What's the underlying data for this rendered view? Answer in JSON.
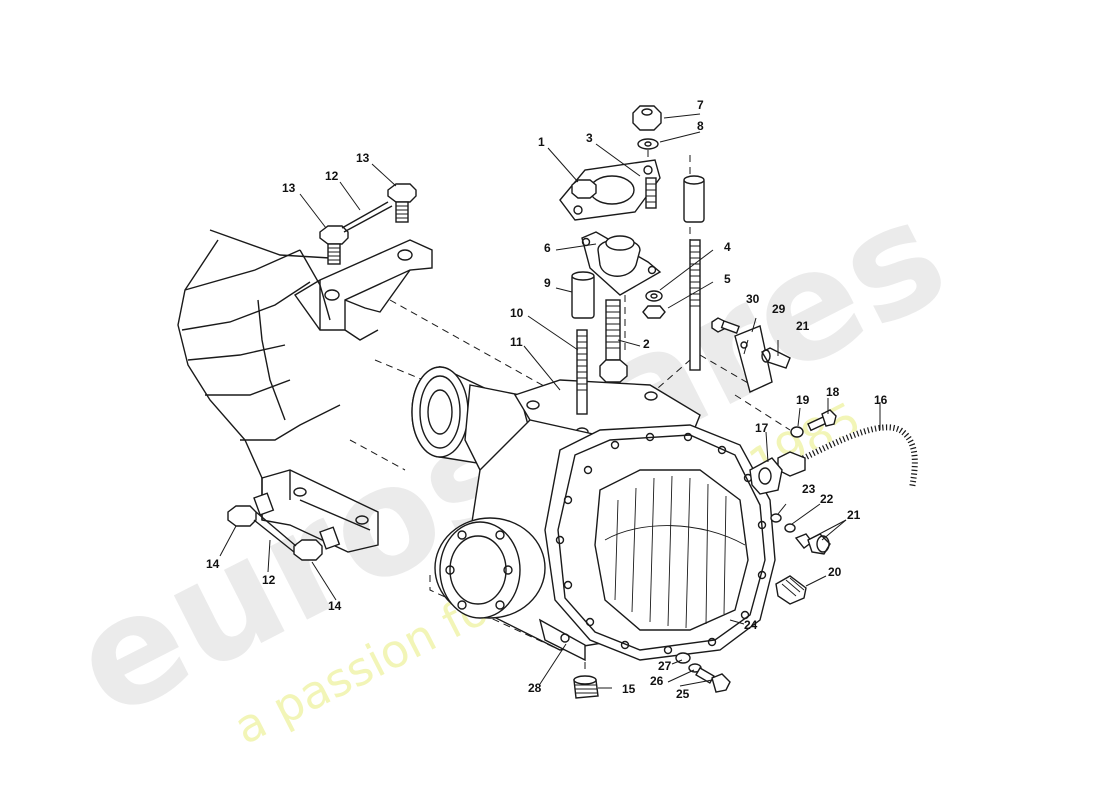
{
  "watermark": {
    "brand": "eurospares",
    "tagline": "a passion for parts since 1985",
    "tagline_color": "#e8ee8a",
    "brand_color": "#e6e6e6"
  },
  "callouts": [
    {
      "id": "1",
      "label": "1"
    },
    {
      "id": "2",
      "label": "2"
    },
    {
      "id": "3",
      "label": "3"
    },
    {
      "id": "4",
      "label": "4"
    },
    {
      "id": "5",
      "label": "5"
    },
    {
      "id": "6",
      "label": "6"
    },
    {
      "id": "7",
      "label": "7"
    },
    {
      "id": "8",
      "label": "8"
    },
    {
      "id": "9",
      "label": "9"
    },
    {
      "id": "10",
      "label": "10"
    },
    {
      "id": "11",
      "label": "11"
    },
    {
      "id": "12a",
      "label": "12"
    },
    {
      "id": "12b",
      "label": "12"
    },
    {
      "id": "13a",
      "label": "13"
    },
    {
      "id": "13b",
      "label": "13"
    },
    {
      "id": "14a",
      "label": "14"
    },
    {
      "id": "14b",
      "label": "14"
    },
    {
      "id": "15",
      "label": "15"
    },
    {
      "id": "16",
      "label": "16"
    },
    {
      "id": "17",
      "label": "17"
    },
    {
      "id": "18",
      "label": "18"
    },
    {
      "id": "19",
      "label": "19"
    },
    {
      "id": "20",
      "label": "20"
    },
    {
      "id": "21a",
      "label": "21"
    },
    {
      "id": "21b",
      "label": "21"
    },
    {
      "id": "22",
      "label": "22"
    },
    {
      "id": "23",
      "label": "23"
    },
    {
      "id": "24",
      "label": "24"
    },
    {
      "id": "25",
      "label": "25"
    },
    {
      "id": "26",
      "label": "26"
    },
    {
      "id": "27",
      "label": "27"
    },
    {
      "id": "28",
      "label": "28"
    },
    {
      "id": "29",
      "label": "29"
    },
    {
      "id": "30",
      "label": "30"
    }
  ]
}
